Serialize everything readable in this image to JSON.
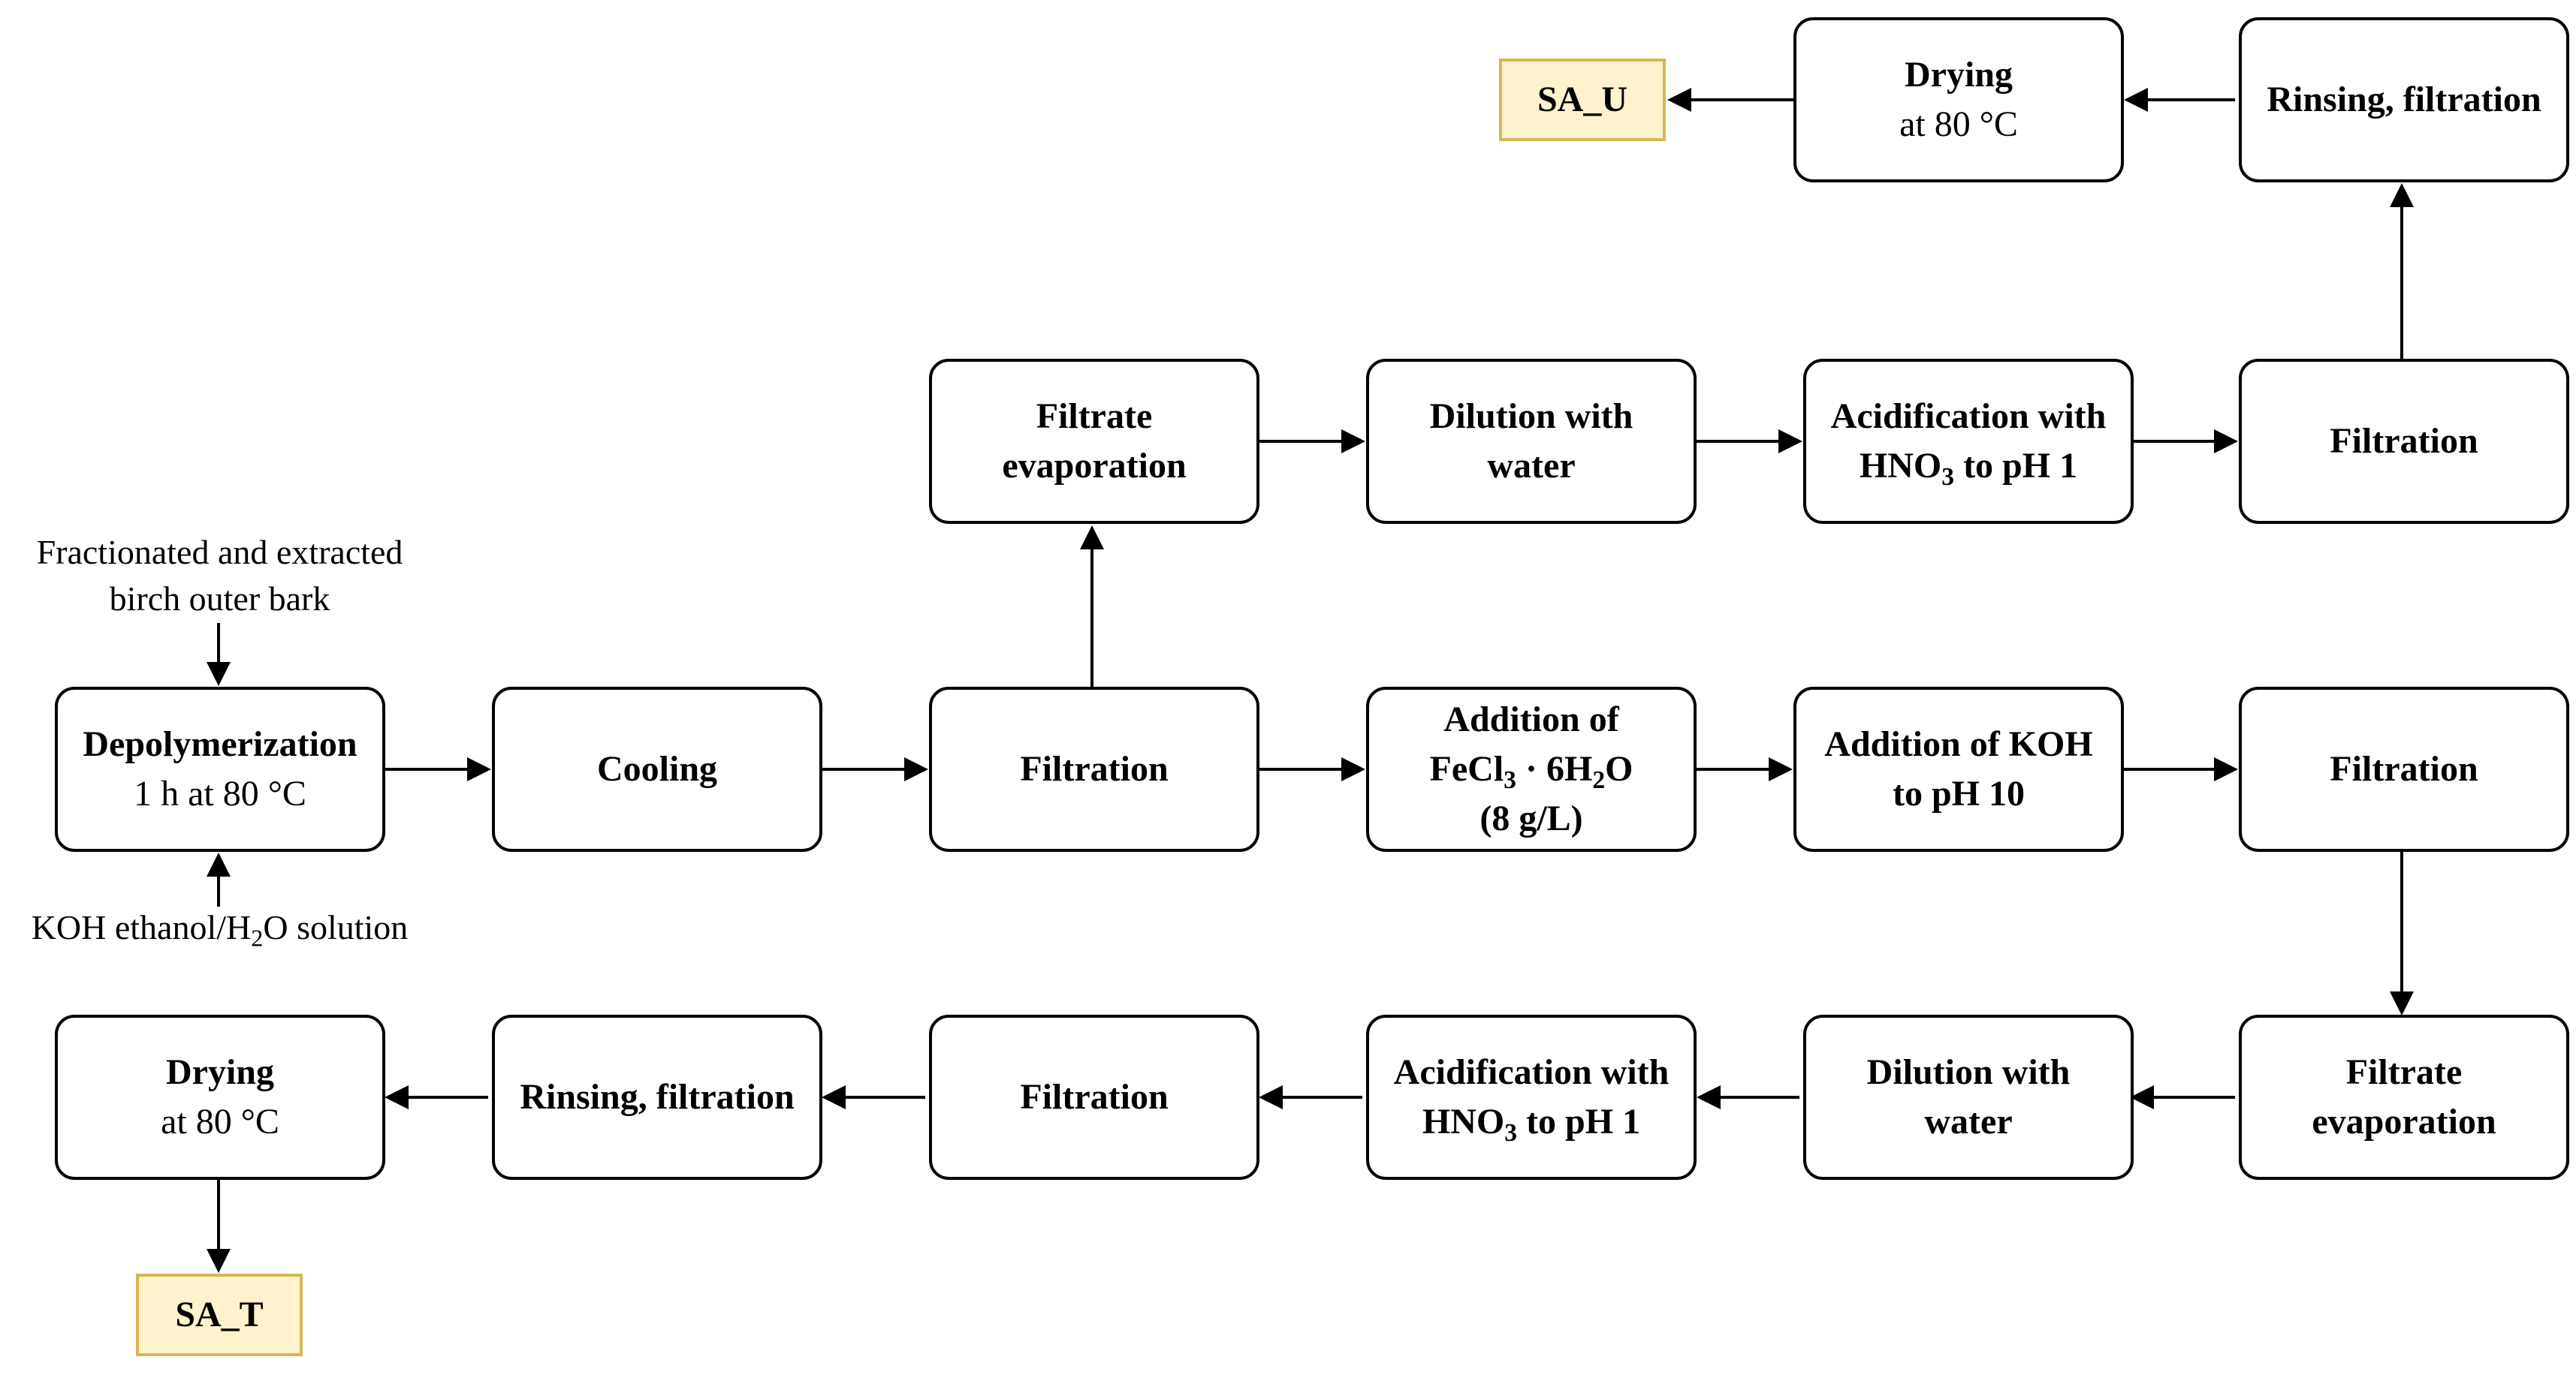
{
  "inputs": {
    "bark": [
      "Fractionated and extracted",
      "birch outer bark"
    ],
    "koh_solution": {
      "a": "KOH ethanol/H",
      "sub": "2",
      "b": "O solution"
    }
  },
  "row1": {
    "depolymerization": {
      "title": "Depolymerization",
      "detail": "1 h at 80 °C"
    },
    "cooling": "Cooling",
    "filtration": "Filtration",
    "addition_fecl3": {
      "l1": "Addition of",
      "a": "FeCl",
      "s1": "3",
      "b": " · 6H",
      "s2": "2",
      "c": "O",
      "l3": "(8 g/L)"
    },
    "addition_koh": [
      "Addition of KOH",
      "to pH 10"
    ],
    "filtration2": "Filtration"
  },
  "upper": {
    "filtrate_evaporation": [
      "Filtrate",
      "evaporation"
    ],
    "dilution": [
      "Dilution with",
      "water"
    ],
    "acidification": {
      "l1": "Acidification with",
      "a": "HNO",
      "sub": "3",
      "b": " to pH 1"
    },
    "filtration": "Filtration",
    "rinsing": "Rinsing, filtration",
    "drying": {
      "title": "Drying",
      "detail": "at 80 °C"
    },
    "output": "SA_U"
  },
  "lower": {
    "filtrate_evaporation": [
      "Filtrate",
      "evaporation"
    ],
    "dilution": [
      "Dilution with",
      "water"
    ],
    "acidification": {
      "l1": "Acidification with",
      "a": "HNO",
      "sub": "3",
      "b": " to pH 1"
    },
    "filtration": "Filtration",
    "rinsing": "Rinsing, filtration",
    "drying": {
      "title": "Drying",
      "detail": "at 80 °C"
    },
    "output": "SA_T"
  },
  "colors": {
    "output_fill": "#fff2cc",
    "output_border": "#d6b656",
    "line": "#000000"
  }
}
